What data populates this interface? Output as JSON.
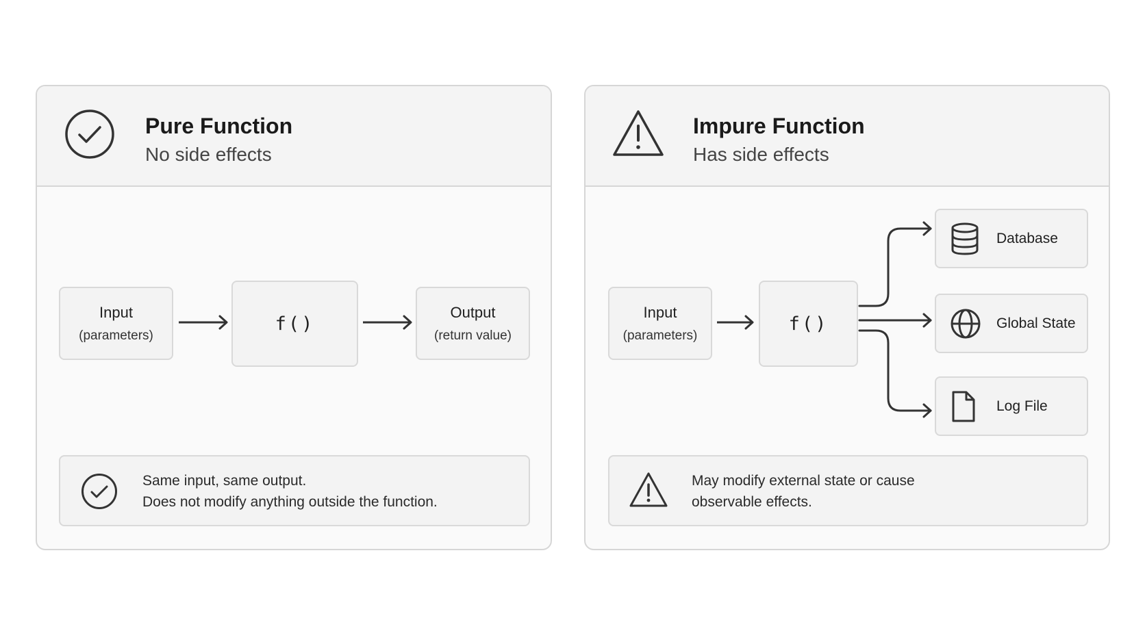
{
  "pure": {
    "title": "Pure Function",
    "subtitle": "No side effects",
    "header_icon": "check-circle-icon",
    "input": {
      "main": "Input",
      "sub": "(parameters)"
    },
    "function_label": "f()",
    "output": {
      "main": "Output",
      "sub": "(return value)"
    },
    "note": {
      "icon": "check-circle-icon",
      "line1": "Same input, same output.",
      "line2": "Does not modify anything outside the function."
    }
  },
  "impure": {
    "title": "Impure Function",
    "subtitle": "Has side effects",
    "header_icon": "warning-triangle-icon",
    "input": {
      "main": "Input",
      "sub": "(parameters)"
    },
    "function_label": "f()",
    "side_effects": [
      {
        "label": "Database",
        "icon": "database-icon"
      },
      {
        "label": "Global State",
        "icon": "globe-icon"
      },
      {
        "label": "Log File",
        "icon": "file-icon"
      }
    ],
    "note": {
      "icon": "warning-triangle-icon",
      "line1": "May modify external state or cause",
      "line2": "observable effects."
    }
  },
  "colors": {
    "border": "#d6d6d6",
    "panel_bg": "#fafafa",
    "header_bg": "#f4f4f4",
    "node_bg": "#f3f3f3",
    "stroke": "#333333"
  }
}
